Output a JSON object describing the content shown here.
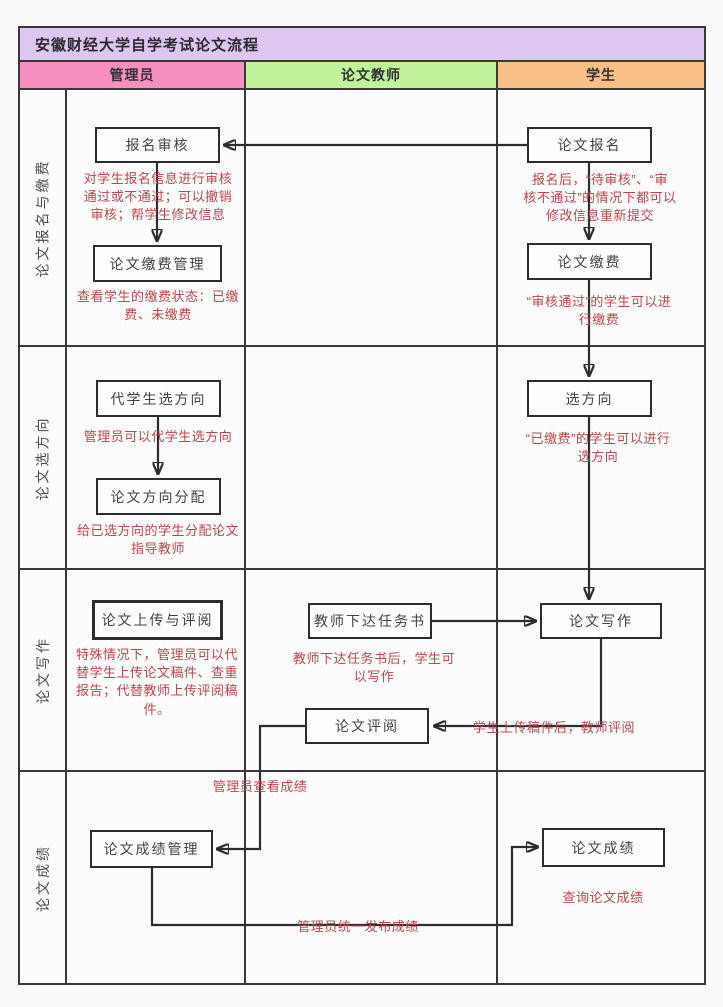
{
  "title": "安徽财经大学自学考试论文流程",
  "lanes": [
    {
      "id": "admin",
      "label": "管理员",
      "color": "#f78fc1"
    },
    {
      "id": "teacher",
      "label": "论文教师",
      "color": "#c2f29b"
    },
    {
      "id": "student",
      "label": "学生",
      "color": "#f9c086"
    }
  ],
  "phases": [
    {
      "label": "论文报名与缴费"
    },
    {
      "label": "论文选方向"
    },
    {
      "label": "论文写作"
    },
    {
      "label": "论文成绩"
    }
  ],
  "nodes": {
    "reg_review": "报名审核",
    "pay_mgmt": "论文缴费管理",
    "thesis_reg": "论文报名",
    "thesis_pay": "论文缴费",
    "proxy_dir": "代学生选方向",
    "dir_assign": "论文方向分配",
    "select_dir": "选方向",
    "upload_review": "论文上传与评阅",
    "task_book": "教师下达任务书",
    "writing": "论文写作",
    "review": "论文评阅",
    "grade_mgmt": "论文成绩管理",
    "grade": "论文成绩"
  },
  "annotations": {
    "admin_review_note": "对学生报名信息进行审核\n通过或不通过；可以撤销\n审核；帮学生修改信息",
    "admin_pay_note": "查看学生的缴费状态：已缴\n费、未缴费",
    "student_reg_note": "报名后，“待审核”、“审\n核不通过”的情况下都可以\n修改信息重新提交",
    "student_pay_note": "“审核通过”的学生可以进\n行缴费",
    "admin_proxy_note": "管理员可以代学生选方向",
    "admin_assign_note": "给已选方向的学生分配论文\n指导教师",
    "student_dir_note": "“已缴费”的学生可以进行\n选方向",
    "admin_upload_note": "特殊情况下，管理员可以代\n替学生上传论文稿件、查重\n报告；代替教师上传评阅稿\n件。",
    "teacher_task_note": "教师下达任务书后，学生可\n以写作",
    "teacher_review_note": "学生上传稿件后，教师评阅",
    "grade_view_note": "管理员查看成绩",
    "grade_publish_note": "管理员统一发布成绩",
    "student_grade_note": "查询论文成绩"
  },
  "edges": [
    {
      "from": "thesis_reg",
      "to": "reg_review"
    },
    {
      "from": "reg_review",
      "to": "pay_mgmt"
    },
    {
      "from": "thesis_reg",
      "to": "thesis_pay"
    },
    {
      "from": "thesis_pay",
      "to": "select_dir"
    },
    {
      "from": "proxy_dir",
      "to": "dir_assign"
    },
    {
      "from": "select_dir",
      "to": "writing"
    },
    {
      "from": "task_book",
      "to": "writing"
    },
    {
      "from": "writing",
      "to": "review",
      "label": "学生上传稿件后，教师评阅"
    },
    {
      "from": "review",
      "to": "grade_mgmt",
      "label": "管理员查看成绩"
    },
    {
      "from": "grade_mgmt",
      "to": "grade",
      "label": "管理员统一发布成绩"
    }
  ],
  "colors": {
    "title_bg": "#ddc7f1",
    "annotation_red": "#c4434b",
    "grid_line": "#39383b",
    "node_border": "#2d2c2f"
  }
}
